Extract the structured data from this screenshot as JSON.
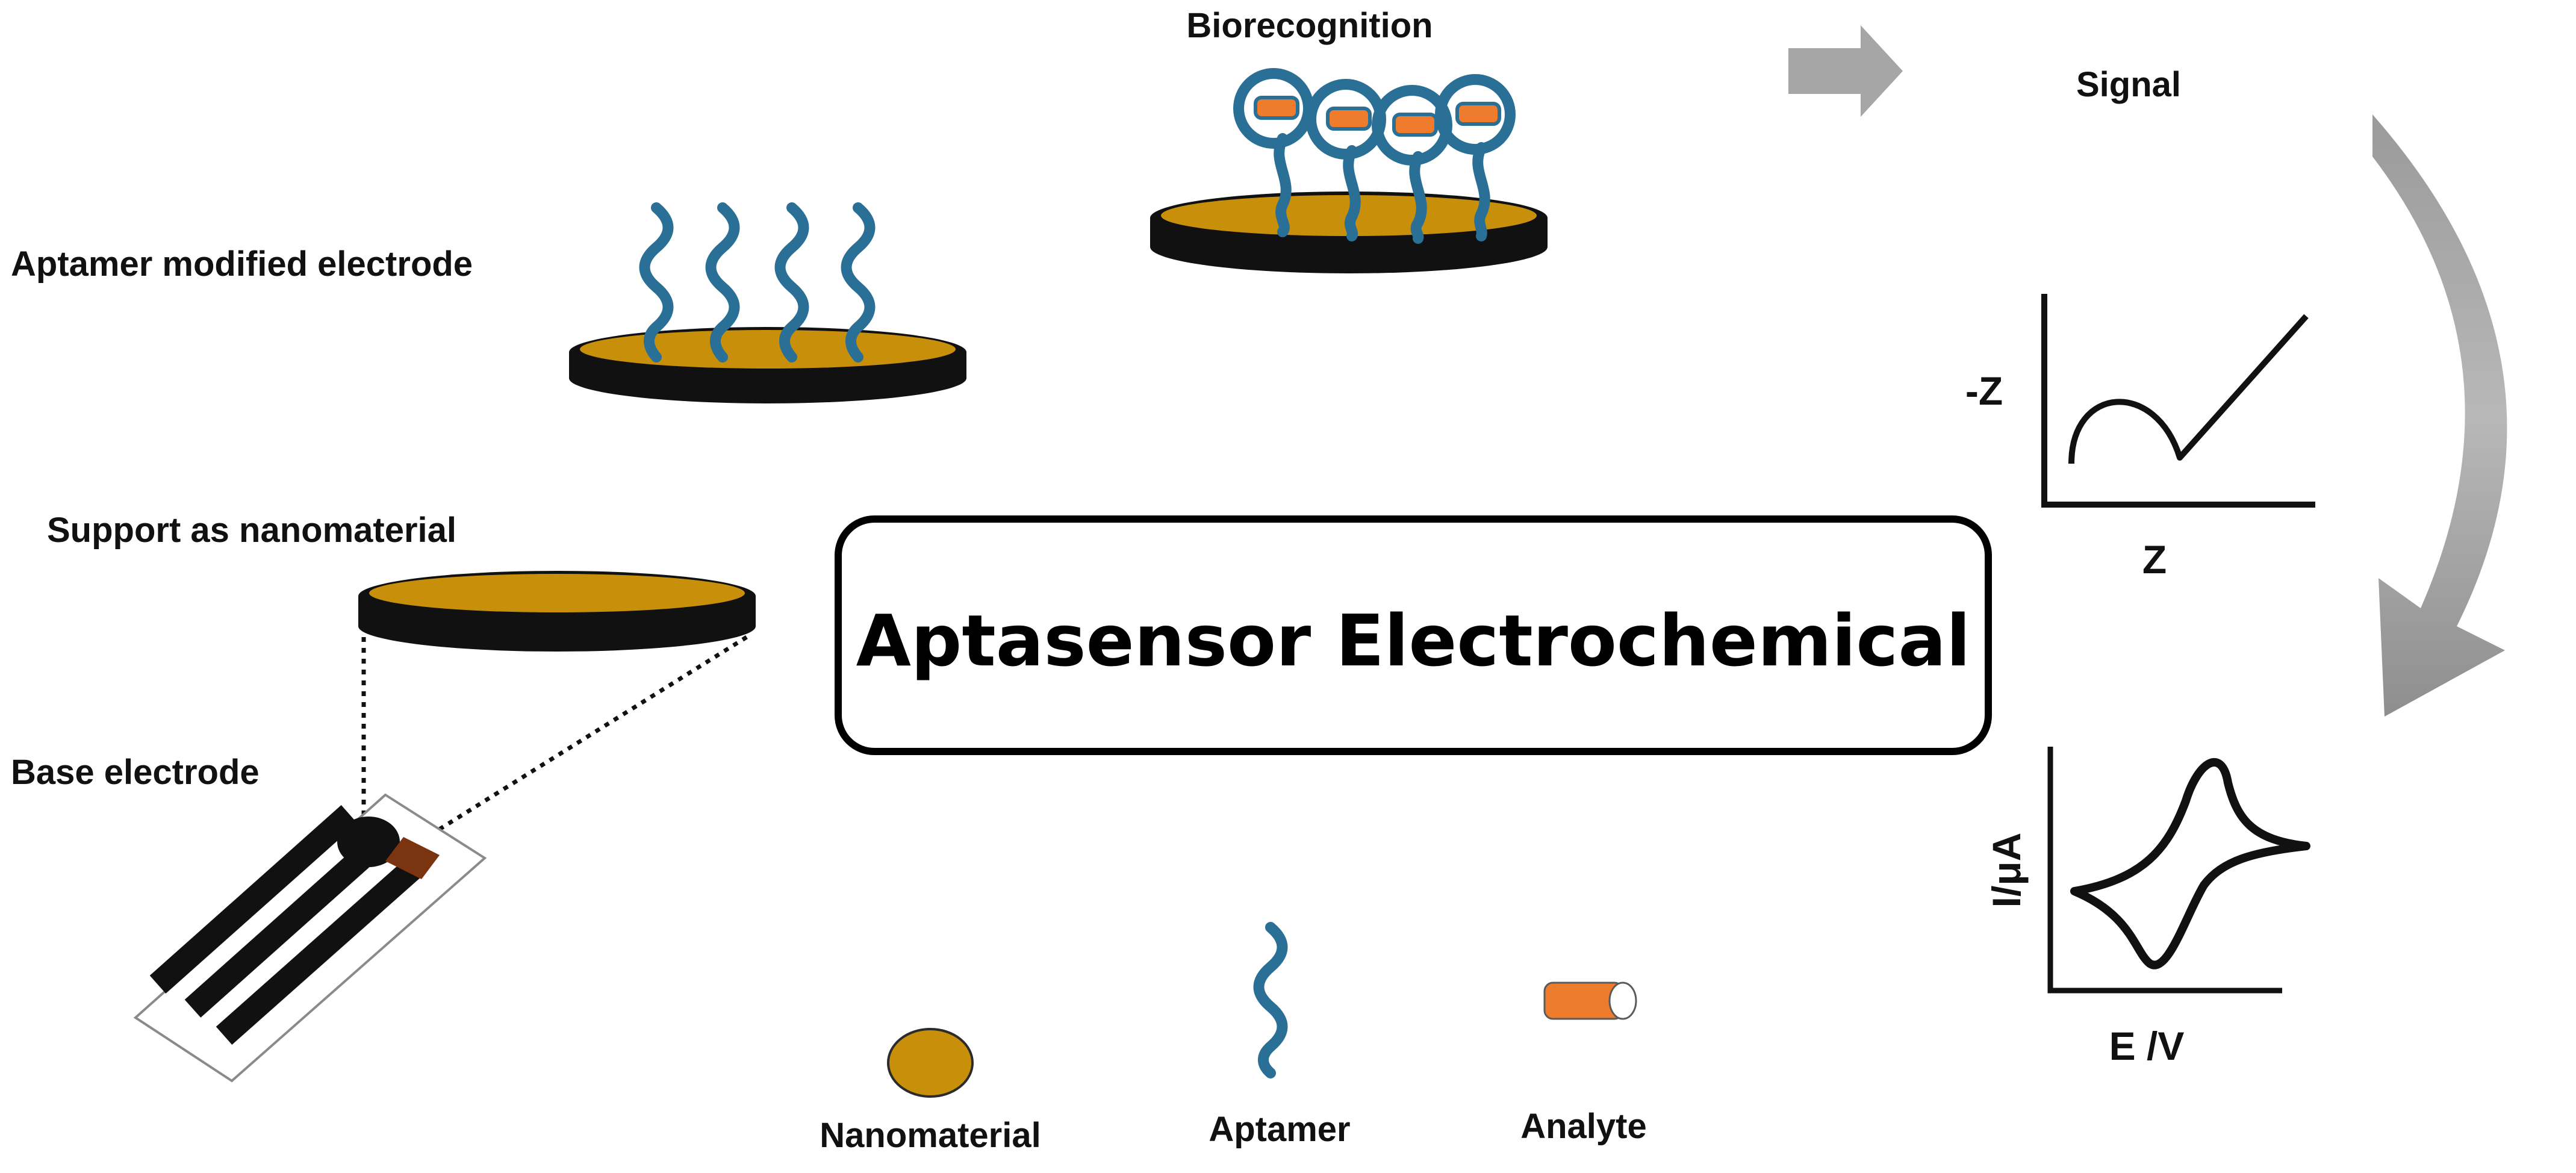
{
  "labels": {
    "biorecognition": "Biorecognition",
    "signal": "Signal",
    "aptamer_modified_electrode": "Aptamer modified electrode",
    "support_as_nanomaterial": "Support as nanomaterial",
    "base_electrode": "Base electrode",
    "title": "Aptasensor Electrochemical"
  },
  "plots": {
    "impedance": {
      "ylabel": "-Z",
      "xlabel": "Z"
    },
    "voltammogram": {
      "ylabel": "I/μA",
      "xlabel": "E /V"
    }
  },
  "legend": {
    "nanomaterial": "Nanomaterial",
    "aptamer": "Aptamer",
    "analyte": "Analyte"
  },
  "colors": {
    "nanomaterial": "#c8900a",
    "aptamer": "#2a6f95",
    "analyte": "#ef7b2d",
    "electrode_base": "#111111",
    "arrow": "#a8a8a8"
  },
  "icons": {
    "arrow_right": "block-arrow-right-icon",
    "arrow_curved": "curved-arrow-icon"
  }
}
